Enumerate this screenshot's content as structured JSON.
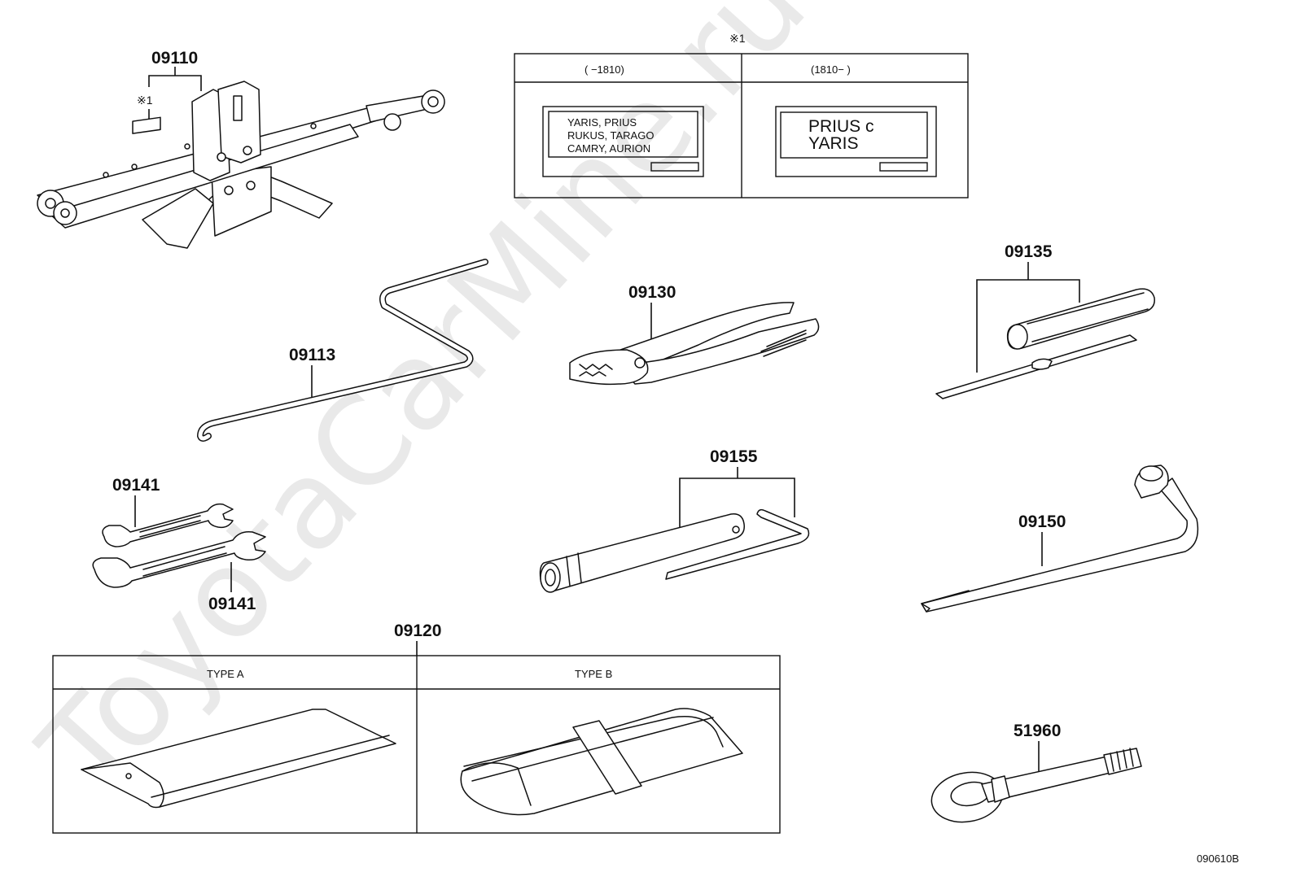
{
  "watermark": "ToyotaCarMine.ru",
  "note_mark": "※1",
  "drawing_code": "090610B",
  "parts": {
    "jack": "09110",
    "jack_handle": "09113",
    "tool_bag": "09120",
    "pliers": "09130",
    "screwdriver": "09135",
    "wrench_1": "09141",
    "wrench_2": "09141",
    "wheel_nut_wrench": "09150",
    "spark_plug_wrench": "09155",
    "towing_eyelet": "51960"
  },
  "label_table": {
    "columns": [
      {
        "header": "(      −1810)",
        "label_lines": [
          "YARIS, PRIUS",
          "RUKUS, TARAGO",
          "CAMRY, AURION"
        ]
      },
      {
        "header": "(1810−      )",
        "label_lines": [
          "PRIUS c",
          "YARIS"
        ]
      }
    ]
  },
  "tool_bag_table": {
    "columns": [
      "TYPE A",
      "TYPE B"
    ]
  }
}
